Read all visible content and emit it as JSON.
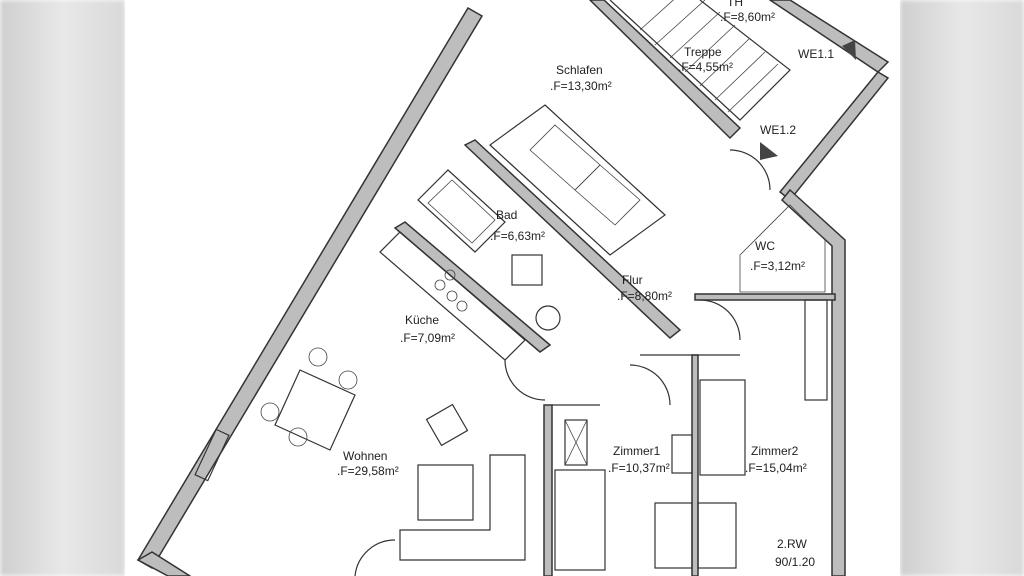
{
  "rooms": {
    "th": {
      "name": "TH",
      "area": ".F=8,60m²"
    },
    "treppe": {
      "name": "Treppe",
      "area": ".F=4,55m²"
    },
    "schlafen": {
      "name": "Schlafen",
      "area": ".F=13,30m²"
    },
    "bad": {
      "name": "Bad",
      "area": ".F=6,63m²"
    },
    "wc": {
      "name": "WC",
      "area": ".F=3,12m²"
    },
    "flur": {
      "name": "Flur",
      "area": ".F=8,80m²"
    },
    "kueche": {
      "name": "Küche",
      "area": ".F=7,09m²"
    },
    "wohnen": {
      "name": "Wohnen",
      "area": ".F=29,58m²"
    },
    "zimmer1": {
      "name": "Zimmer1",
      "area": ".F=10,37m²"
    },
    "zimmer2": {
      "name": "Zimmer2",
      "area": ".F=15,04m²"
    }
  },
  "units": {
    "we11": "WE1.1",
    "we12": "WE1.2"
  },
  "window_note": {
    "line1": "2.RW",
    "line2": "90/1.20"
  }
}
